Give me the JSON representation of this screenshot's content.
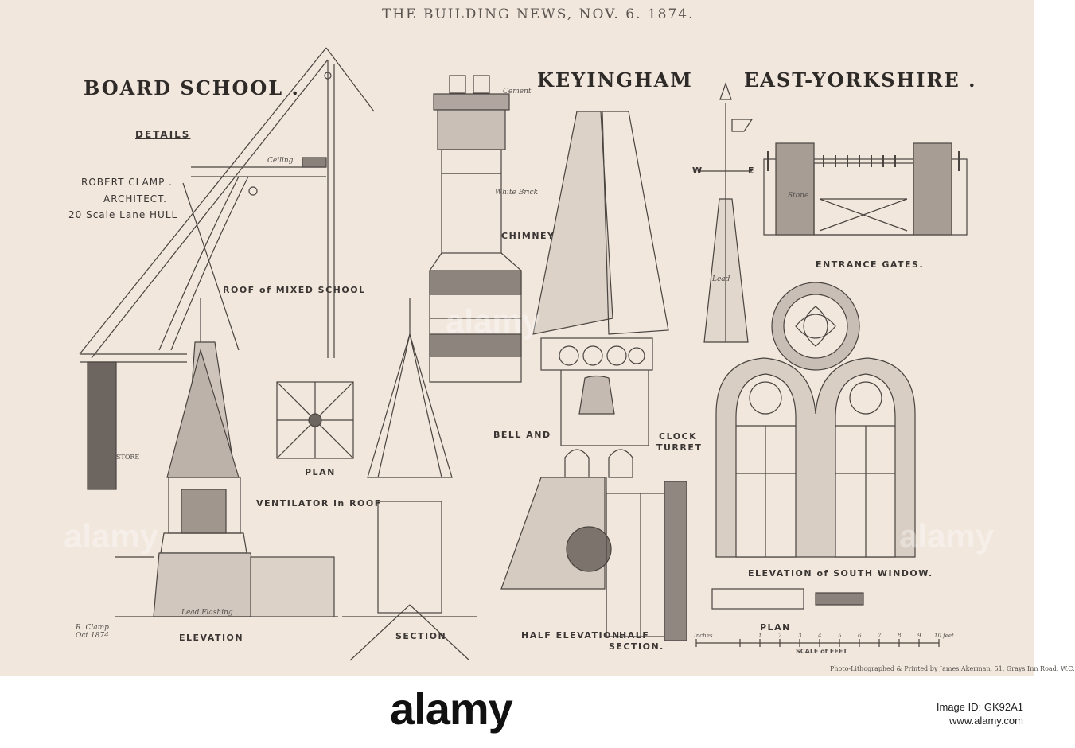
{
  "header": {
    "publication": "THE BUILDING NEWS, NOV. 6. 1874."
  },
  "title": {
    "left": "BOARD SCHOOL .",
    "center": "KEYINGHAM",
    "right": "EAST-YORKSHIRE ."
  },
  "credits": {
    "details": "DETAILS",
    "architect_name": "ROBERT CLAMP .",
    "architect_role": "ARCHITECT.",
    "address": "20 Scale Lane HULL"
  },
  "labels": {
    "roof": "ROOF of MIXED SCHOOL",
    "chimney": "CHIMNEY",
    "entrance_gates": "ENTRANCE GATES.",
    "bell_and": "BELL AND",
    "clock": "CLOCK",
    "turret": "TURRET",
    "plan_vent": "PLAN",
    "ventilator": "VENTILATOR in ROOF",
    "elevation": "ELEVATION",
    "section": "SECTION",
    "half_elevation": "HALF ELEVATION.",
    "half_section": "HALF",
    "half_section2": "SECTION.",
    "south_window": "ELEVATION of SOUTH WINDOW.",
    "plan_window": "PLAN",
    "scale": "SCALE of FEET",
    "signature": "R. Clamp\nOct 1874",
    "printer": "Photo-Lithographed & Printed by James Akerman, 51, Grays Inn Road, W.C."
  },
  "annotations": {
    "ceiling": "Ceiling",
    "cement": "Cement",
    "white_brick": "White Brick",
    "lead": "Lead",
    "stone": "Stone",
    "lead_flashing": "Lead Flashing",
    "store": "STORE"
  },
  "compass": {
    "w": "W",
    "e": "E"
  },
  "scale_ticks": [
    "Inches",
    "1",
    "2",
    "3",
    "4",
    "5",
    "6",
    "7",
    "8",
    "9",
    "10 feet"
  ],
  "footer": {
    "watermark": "alamy",
    "stock_id_line1": "Image ID: GK92A1",
    "stock_id_line2": "www.alamy.com"
  },
  "colors": {
    "paper": "#f1e7dd",
    "ink": "#3b3633",
    "strip": "#ffffff"
  }
}
